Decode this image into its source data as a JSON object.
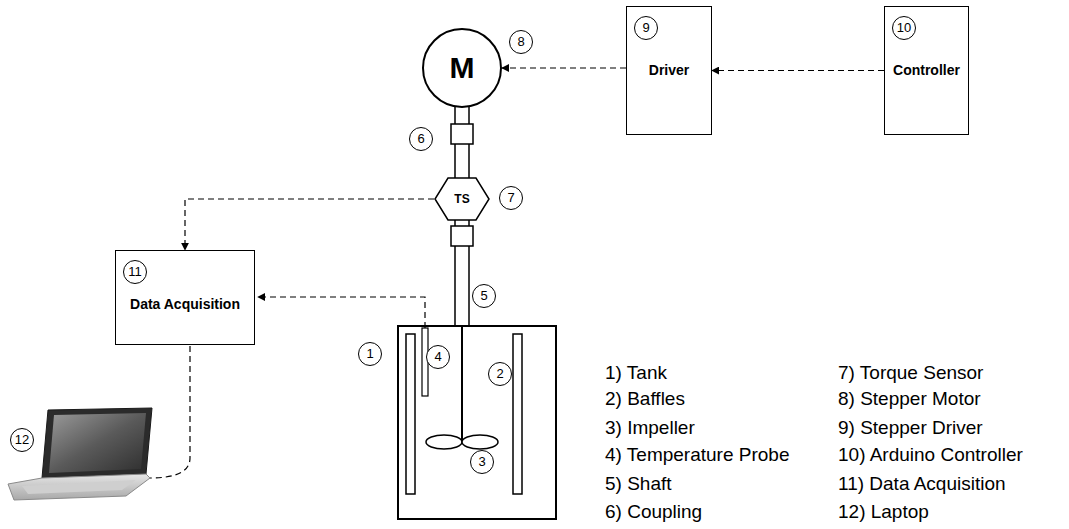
{
  "diagram": {
    "nodes": [
      {
        "text": [
          "M"
        ]
      },
      {
        "text": [
          "9",
          "Driver"
        ]
      },
      {
        "text": [
          "10",
          "Controller"
        ]
      },
      {
        "text": [
          "TS"
        ]
      },
      {
        "text": [
          "11",
          "Data Acquisition"
        ]
      }
    ],
    "edges": [
      {
        "from": 2,
        "to": 1,
        "arrow": "to"
      },
      {
        "from": 1,
        "to": 0,
        "arrow": "to"
      },
      {
        "from": 3,
        "to": 4,
        "arrow": "to"
      }
    ],
    "labels": [
      "8",
      "6",
      "7",
      "5",
      "1",
      "4",
      "2",
      "3",
      "12",
      "1) Tank",
      "2) Baffles",
      "3) Impeller",
      "4) Temperature Probe",
      "5) Shaft",
      "6) Coupling",
      "7) Torque Sensor",
      "8) Stepper Motor",
      "9) Stepper Driver",
      "10) Arduino Controller",
      "11) Data Acquisition",
      "12) Laptop"
    ]
  }
}
